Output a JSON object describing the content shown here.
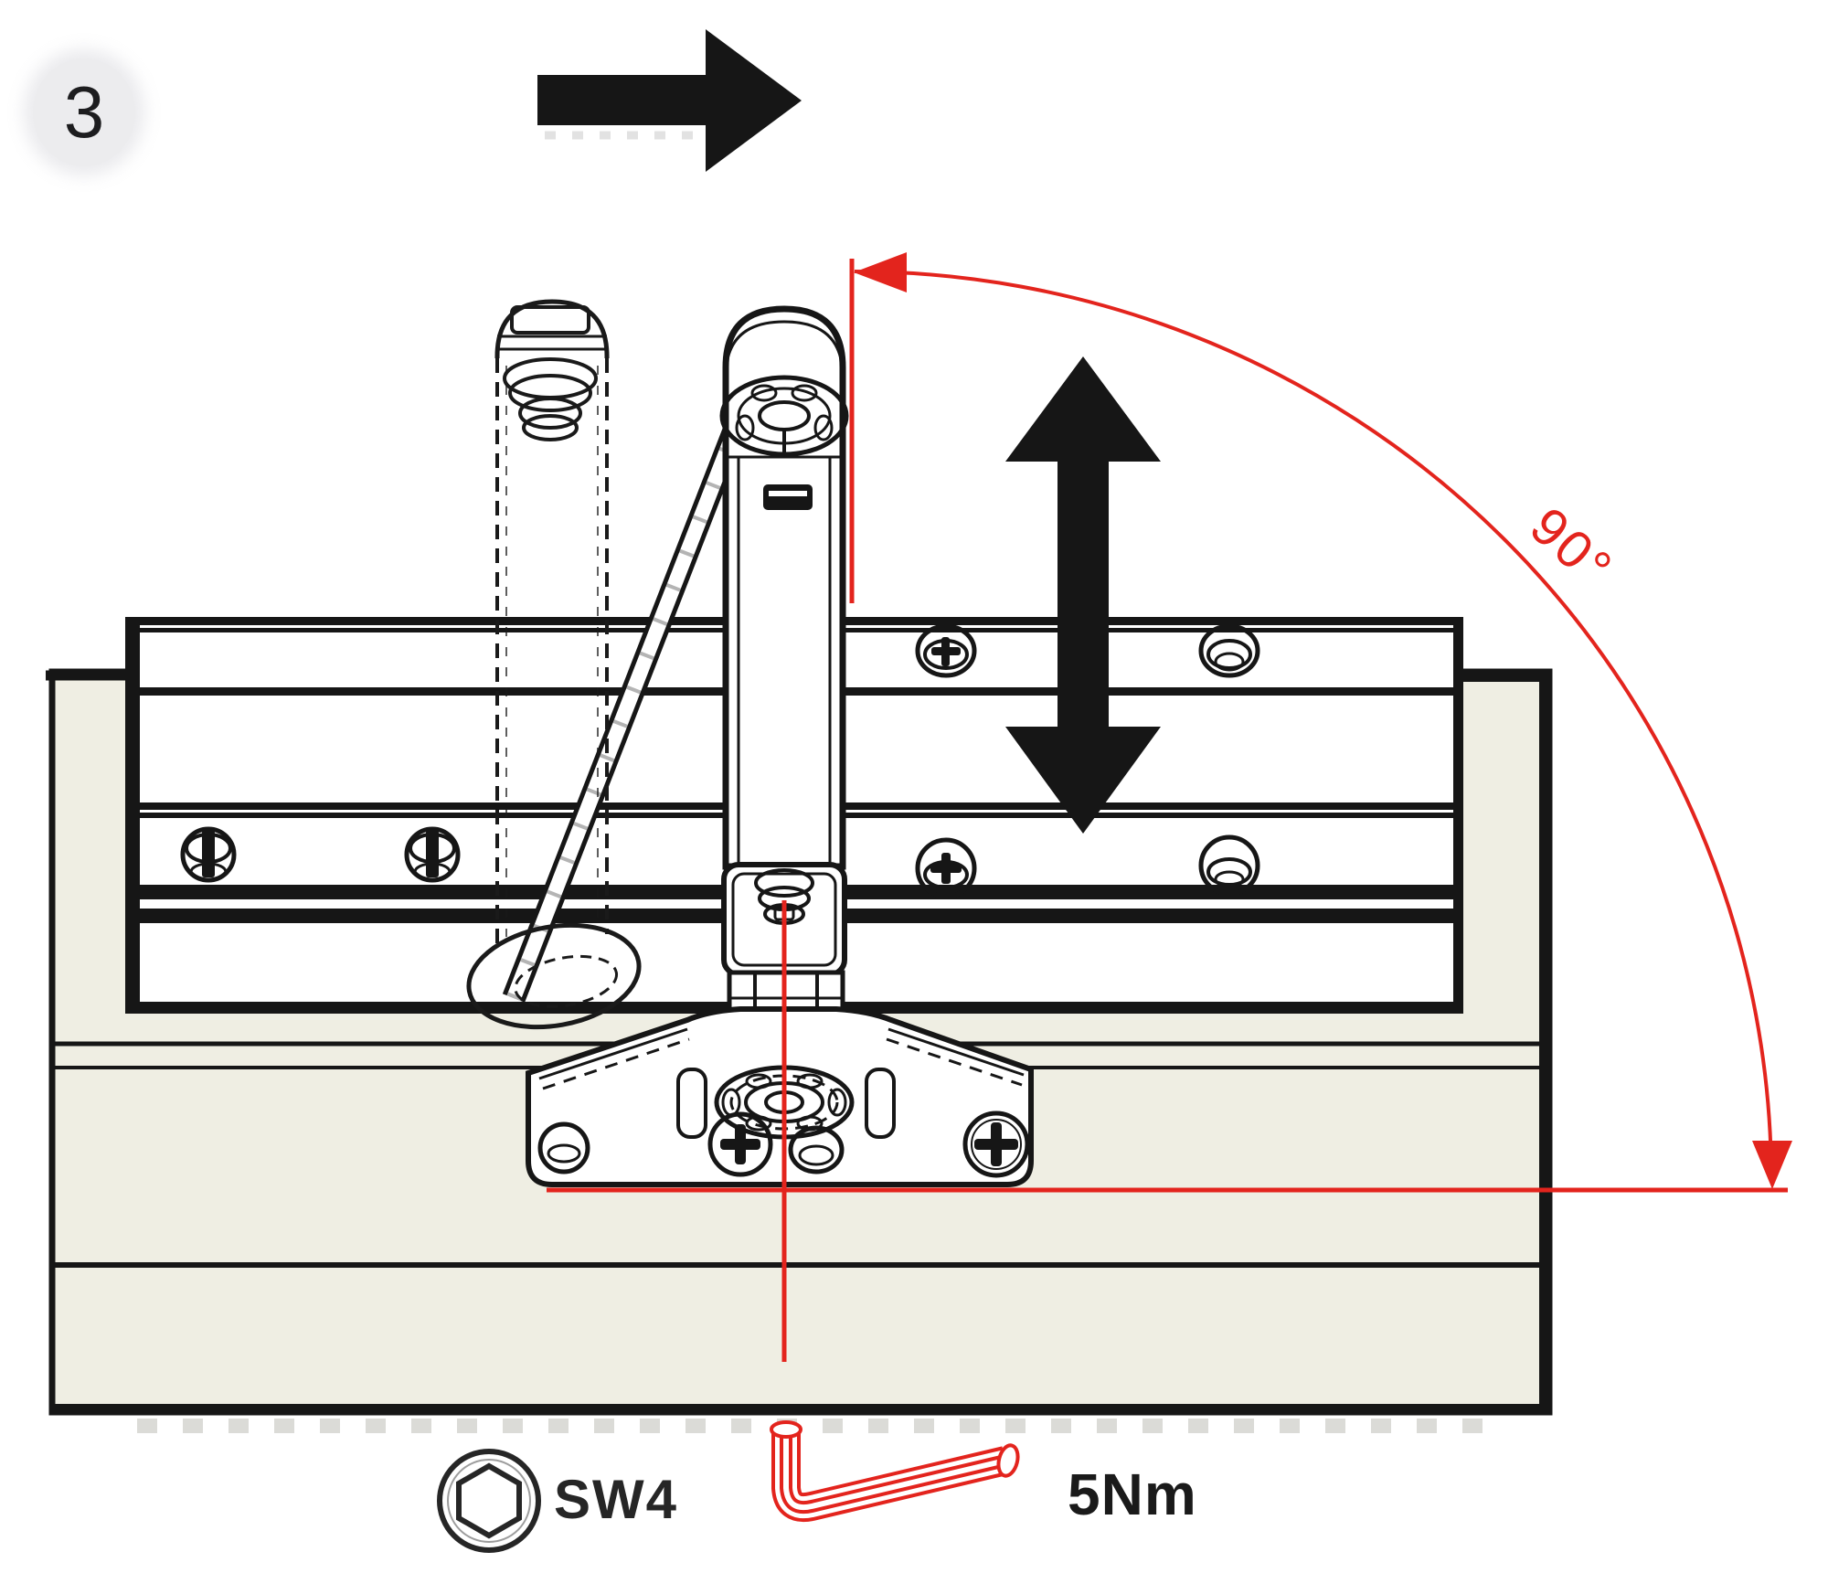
{
  "step_badge": {
    "number": "3"
  },
  "labels": {
    "angle": "90°",
    "tool_size": "SW4",
    "torque": "5Nm"
  },
  "colors": {
    "accent_red": "#E3241D",
    "panel_beige": "#EFEEE3",
    "line_black": "#161616",
    "badge_gray": "#ECECEE"
  },
  "icons": [
    "move-right-arrow-icon",
    "move-vertical-arrow-icon",
    "rotation-arc-90-icon",
    "hex-socket-icon",
    "allen-key-icon"
  ]
}
